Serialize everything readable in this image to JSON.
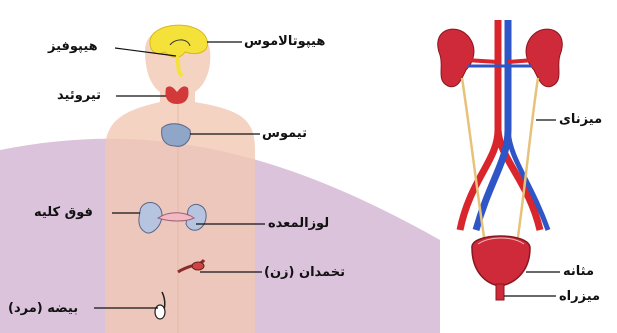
{
  "endocrine_labels": {
    "hypothalamus": "هیپوتالاموس",
    "pituitary": "هیپوفیز",
    "thyroid": "تیروئید",
    "thymus": "تیموس",
    "adrenal": "فوق کلیه",
    "pancreas": "لوزالمعده",
    "ovary": "تخمدان (زن)",
    "testis": "بیضه (مرد)"
  },
  "urinary_labels": {
    "ureter": "میزنای",
    "bladder": "مثانه",
    "urethra": "میزراه"
  },
  "colors": {
    "body_skin": "#f1c8b4",
    "background_band": "#dcc3dc",
    "kidney_red": "#cf2a3a",
    "artery_red": "#d9252c",
    "vein_blue": "#2f56c6",
    "ureter_tan": "#e6c27a",
    "gland_yellow": "#f4e23a",
    "thyroid_red": "#d23a3a",
    "thymus_blue": "#8fa6c8"
  }
}
